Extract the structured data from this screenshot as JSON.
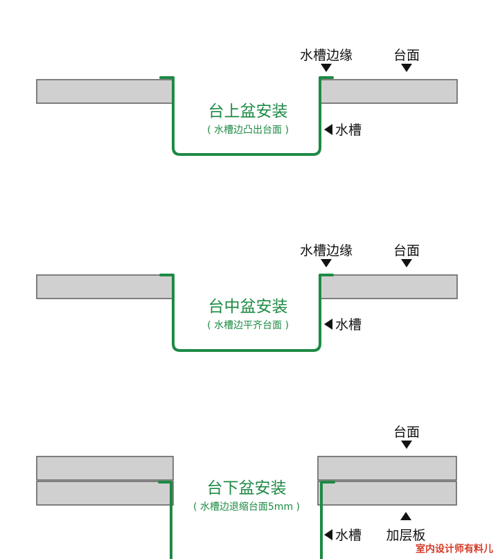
{
  "colors": {
    "countertop_fill": "#d0d0d0",
    "countertop_stroke": "#5c5c5c",
    "sink_line": "#1d8a44",
    "title_text": "#1d8a44",
    "label_text": "#111111",
    "watermark": "#d63c2a"
  },
  "panels": [
    {
      "title": "台上盆安装",
      "subtitle": "( 水槽边凸出台面 )",
      "labels": {
        "sink_edge": "水槽边缘",
        "countertop": "台面",
        "sink": "水槽"
      }
    },
    {
      "title": "台中盆安装",
      "subtitle": "( 水槽边平齐台面 )",
      "labels": {
        "sink_edge": "水槽边缘",
        "countertop": "台面",
        "sink": "水槽"
      }
    },
    {
      "title": "台下盆安装",
      "subtitle": "( 水槽边退缩台面5mm )",
      "labels": {
        "countertop": "台面",
        "sink": "水槽",
        "support_board": "加层板"
      }
    }
  ],
  "watermark": "室内设计师有料儿"
}
